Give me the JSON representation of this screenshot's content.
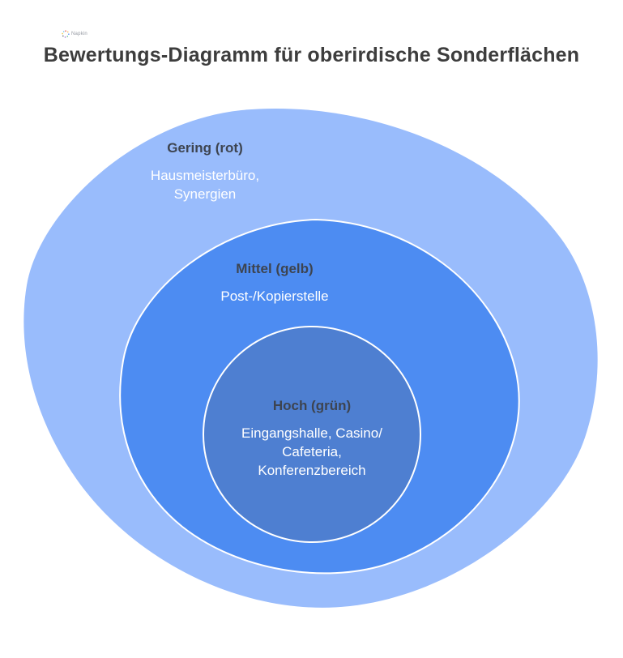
{
  "page": {
    "background": "#ffffff"
  },
  "watermark": {
    "icon": "starburst-dots-icon",
    "text": "Napkin"
  },
  "header": {
    "title": "Bewertungs-Diagramm für oberirdische Sonderflächen",
    "color": "#3d3d3d"
  },
  "diagram": {
    "type": "nested-onion-blobs",
    "label_color": "#3d4450",
    "item_text_color": "#ffffff",
    "stroke_color": "#ffffff",
    "rings": [
      {
        "name": "gering",
        "label": "Gering (rot)",
        "lines": [
          "Hausmeisterbüro,",
          "Synergien"
        ],
        "fill": "#99bcfc"
      },
      {
        "name": "mittel",
        "label": "Mittel (gelb)",
        "lines": [
          "Post-/Kopierstelle"
        ],
        "fill": "#4d8cf2"
      },
      {
        "name": "hoch",
        "label": "Hoch (grün)",
        "lines": [
          "Eingangshalle, Casino/",
          "Cafeteria,",
          "Konferenzbereich"
        ],
        "fill": "#4e7fd1"
      }
    ]
  }
}
